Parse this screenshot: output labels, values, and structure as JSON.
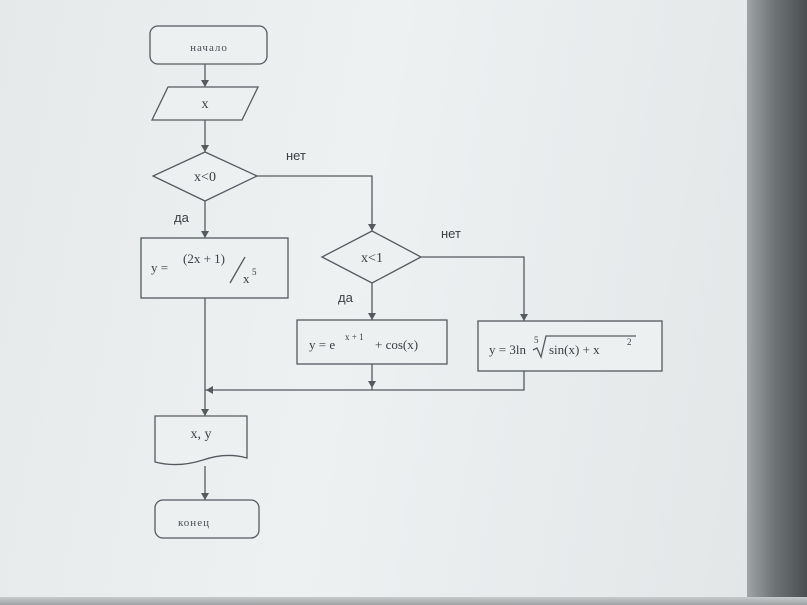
{
  "flowchart": {
    "start": "начало",
    "input": "x",
    "condition1": "x<0",
    "condition1_yes": "да",
    "condition1_no": "нет",
    "formula1": {
      "lhs": "y =",
      "numerator": "(2x + 1)",
      "denominator": "x",
      "denominator_exp": "5"
    },
    "condition2": "x<1",
    "condition2_yes": "да",
    "condition2_no": "нет",
    "formula2": {
      "lhs": "y = e",
      "exp": "x + 1",
      "rest": "+ cos(x)"
    },
    "formula3": {
      "lhs": "y = 3ln",
      "root_index": "5",
      "radicand": "sin(x) + x",
      "radicand_exp": "2"
    },
    "output": "x, y",
    "end": "конец"
  }
}
